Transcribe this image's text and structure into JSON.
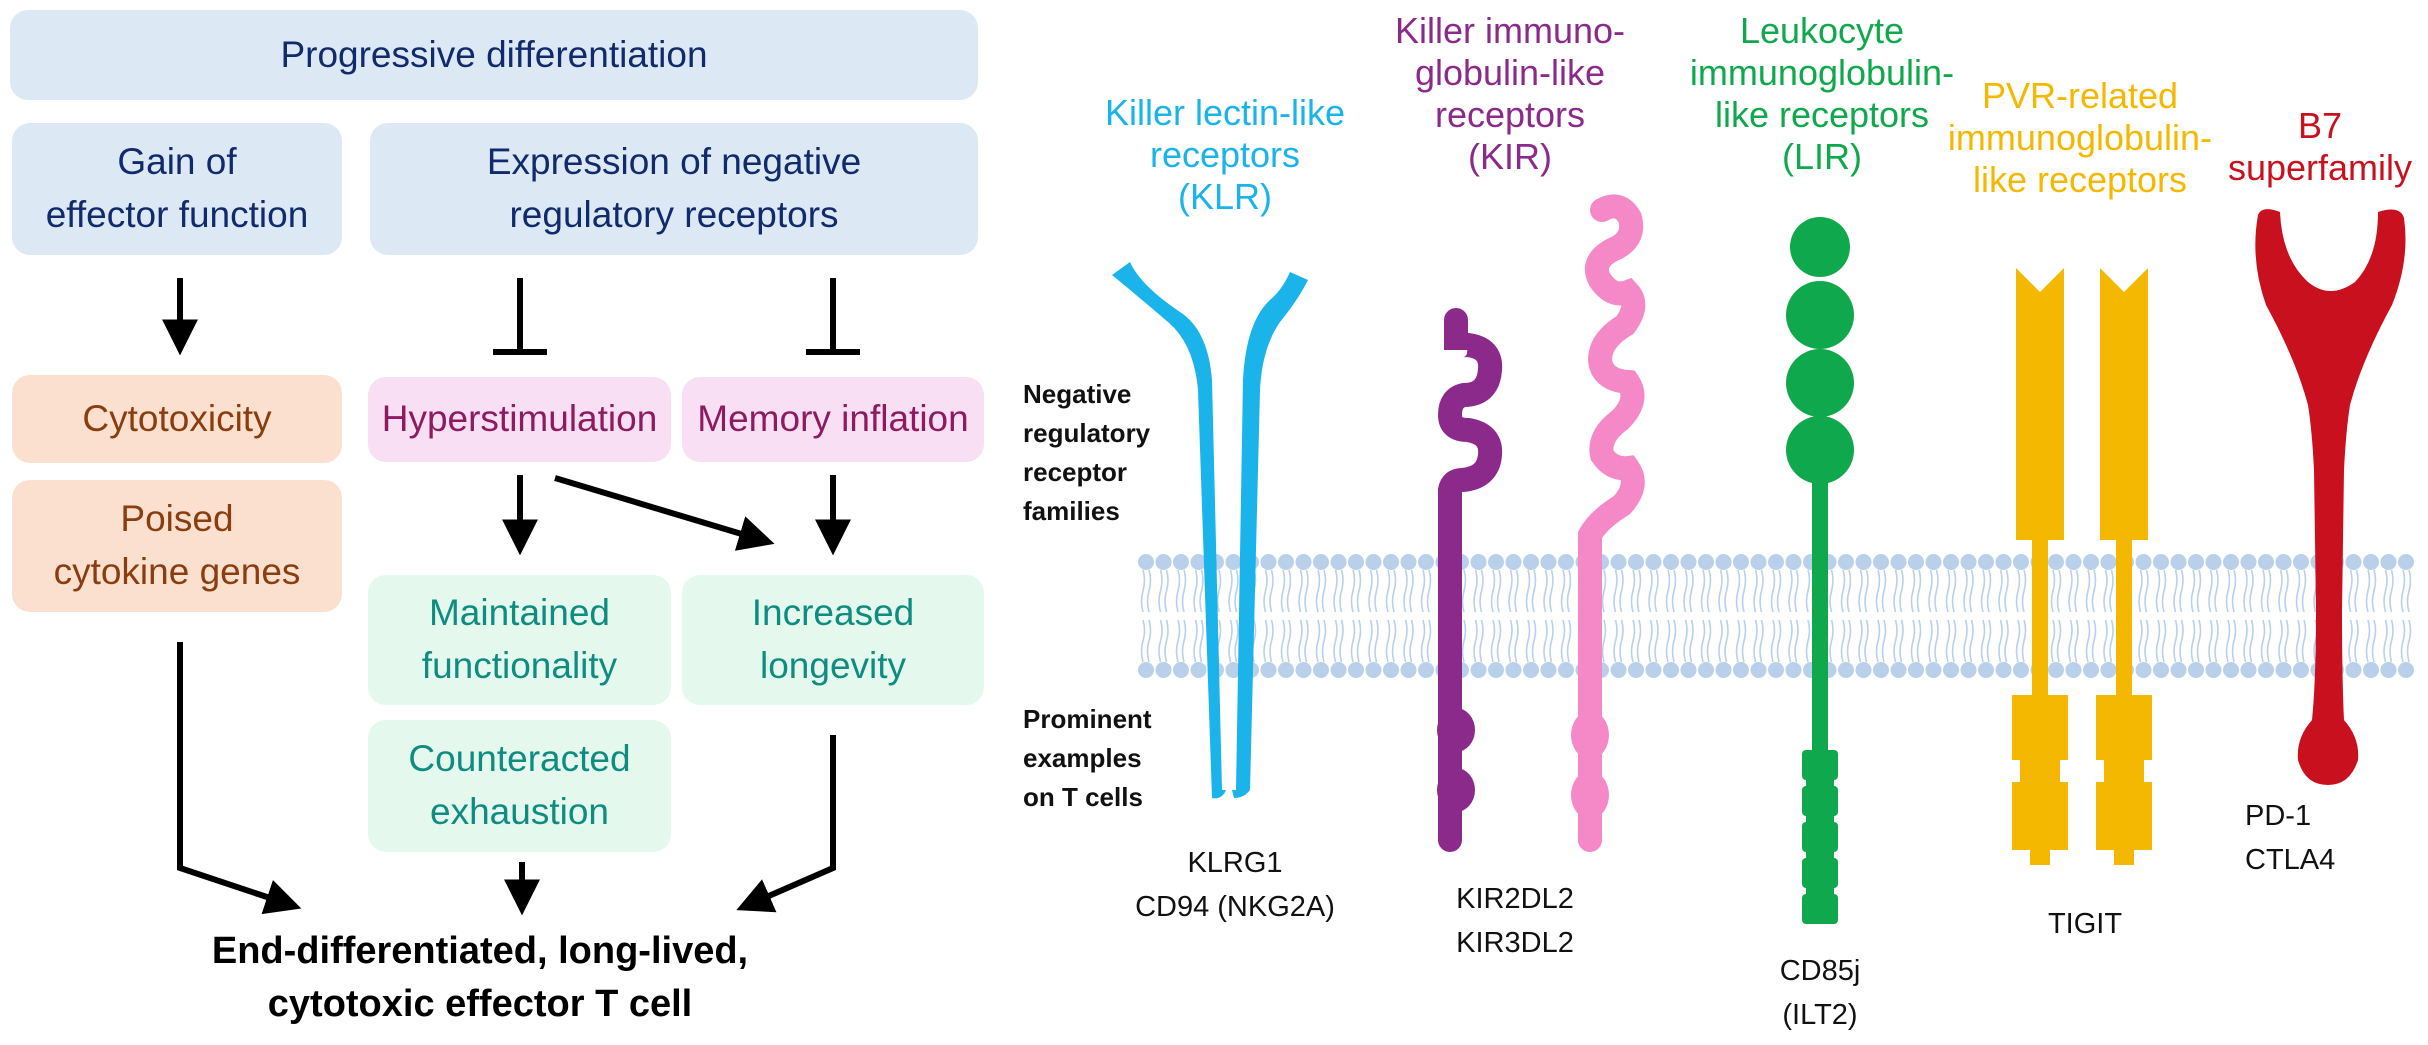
{
  "left_panel": {
    "header": "Progressive differentiation",
    "gain_box": "Gain of\neffector function",
    "negative_box": "Expression of negative\nregulatory receptors",
    "cytotoxicity": "Cytotoxicity",
    "poised": "Poised\ncytokine genes",
    "hyperstimulation": "Hyperstimulation",
    "memory_inflation": "Memory inflation",
    "maintained": "Maintained\nfunctionality",
    "longevity": "Increased\nlongevity",
    "counteracted": "Counteracted\nexhaustion",
    "final": "End-differentiated, long-lived,\ncytotoxic effector T cell"
  },
  "right_panel": {
    "side_label_top": "Negative\nregulatory\nreceptor\nfamilies",
    "side_label_bottom": "Prominent\nexamples\non T cells",
    "families": [
      {
        "name": "Killer lectin-like\nreceptors\n(KLR)",
        "color": "#1ab3ea",
        "examples": "KLRG1\nCD94 (NKG2A)"
      },
      {
        "name": "Killer immuno-\nglobulin-like\nreceptors\n(KIR)",
        "color": "#8c2a8c",
        "examples": "KIR2DL2\nKIR3DL2"
      },
      {
        "name": "Leukocyte\nimmunoglobulin-\nlike receptors\n(LIR)",
        "color": "#10a84c",
        "examples": "CD85j\n(ILT2)"
      },
      {
        "name": "PVR-related\nimmunoglobulin-\nlike receptors",
        "color": "#f5b800",
        "examples": "TIGIT"
      },
      {
        "name": "B7\nsuperfamily",
        "color": "#c8101e",
        "examples": "PD-1\nCTLA4"
      }
    ],
    "kir_pink_color": "#f589c8",
    "membrane_color": "#b9d0ea"
  }
}
